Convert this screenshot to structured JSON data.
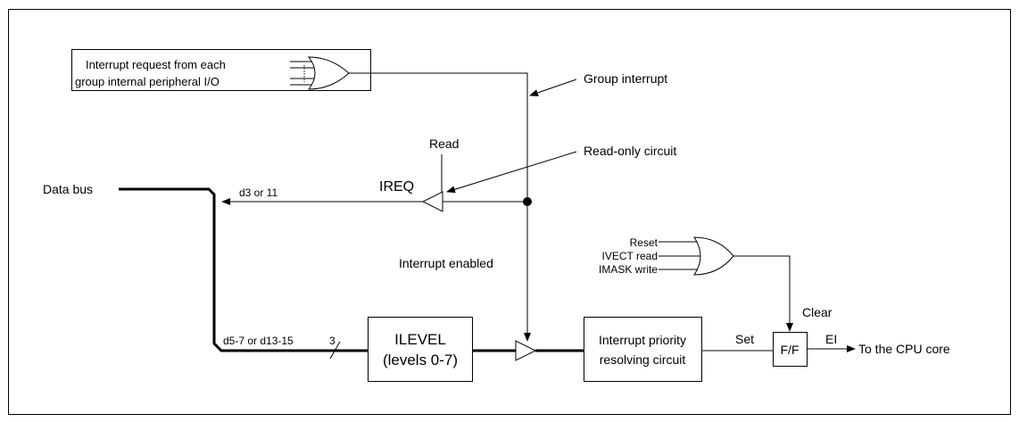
{
  "labels": {
    "source_line1": "Interrupt request from each",
    "source_line2": "group internal peripheral I/O",
    "group_interrupt": "Group interrupt",
    "read": "Read",
    "read_only_circuit": "Read-only circuit",
    "ireq": "IREQ",
    "data_bus": "Data bus",
    "d3_or_11": "d3 or 11",
    "interrupt_enabled": "Interrupt enabled",
    "reset": "Reset",
    "ivect_read": "IVECT read",
    "imask_write": "IMASK write",
    "clear": "Clear",
    "d5_7": "d5-7 or d13-15",
    "bus_width": "3",
    "ilevel_line1": "ILEVEL",
    "ilevel_line2": "(levels 0-7)",
    "priority_line1": "Interrupt priority",
    "priority_line2": "resolving circuit",
    "set": "Set",
    "ff": "F/F",
    "ei": "EI",
    "to_cpu": "To the CPU core"
  }
}
